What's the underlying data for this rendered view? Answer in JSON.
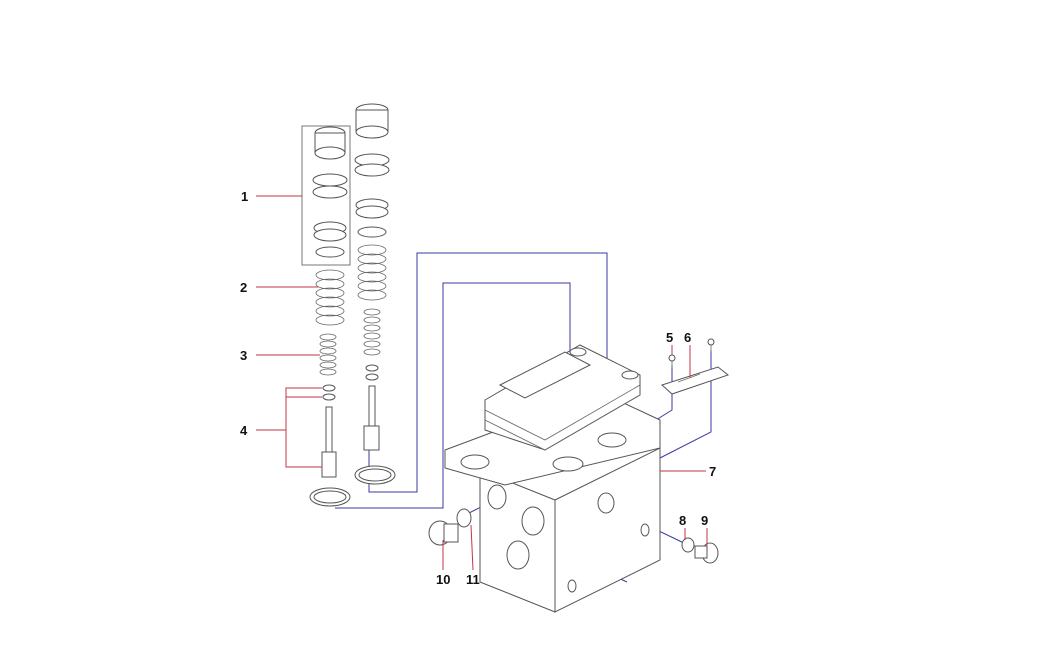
{
  "diagram": {
    "type": "exploded parts diagram",
    "callouts": [
      "1",
      "2",
      "3",
      "4",
      "5",
      "6",
      "7",
      "8",
      "9",
      "10",
      "11"
    ],
    "colors": {
      "leader_red": "#c0364a",
      "leader_blue": "#3a3aa0",
      "line": "#555555"
    }
  }
}
